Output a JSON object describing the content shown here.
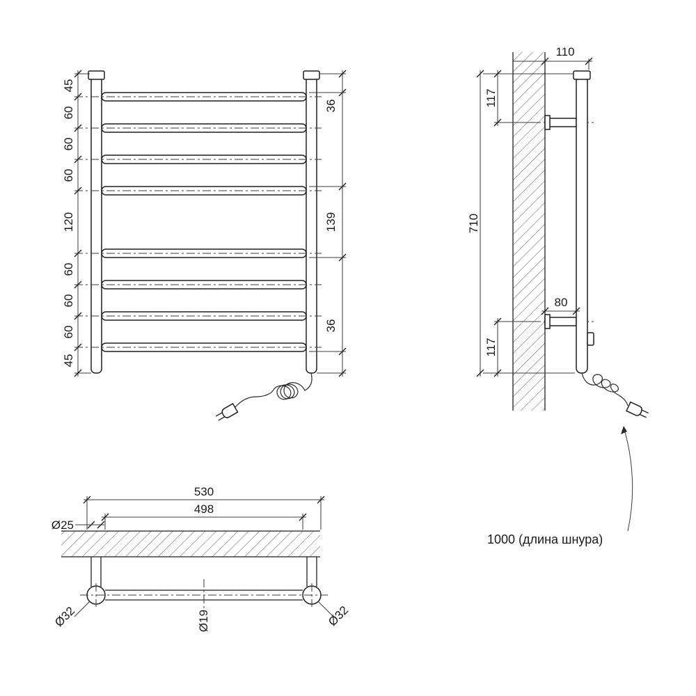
{
  "front_view": {
    "left_dims": [
      "45",
      "60",
      "60",
      "60",
      "120",
      "60",
      "60",
      "60",
      "45"
    ],
    "right_dims": [
      "36",
      "139",
      "36"
    ]
  },
  "side_view": {
    "width_dim": "110",
    "top_offset_dim": "117",
    "height_dim": "710",
    "bracket_dim": "80",
    "bottom_offset_dim": "117",
    "cord_label": "1000 (длина шнура)"
  },
  "bottom_view": {
    "outer_width_dim": "530",
    "inner_width_dim": "498",
    "post_diameter": "Ø25",
    "left_corner_diameter": "Ø32",
    "tube_diameter": "Ø19",
    "right_corner_diameter": "Ø32"
  }
}
